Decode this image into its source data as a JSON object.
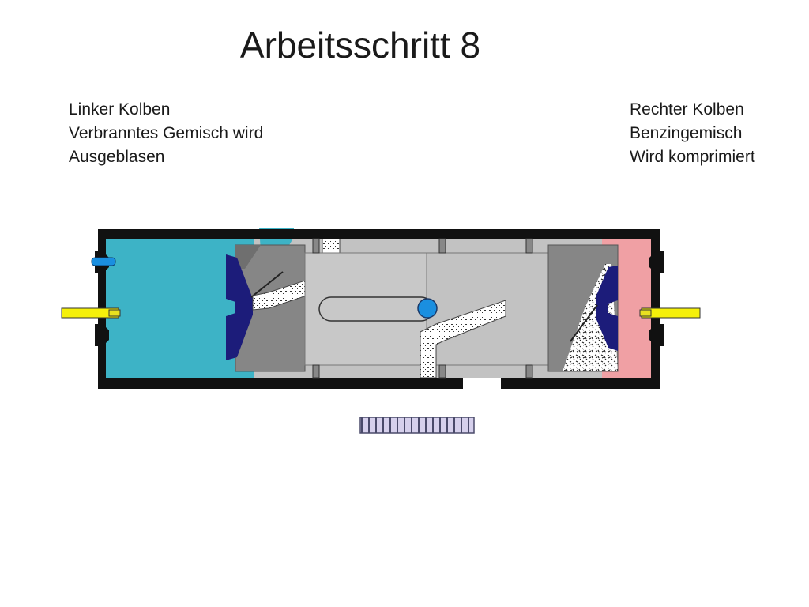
{
  "slide": {
    "title": "Arbeitsschritt 8"
  },
  "left_piston": {
    "lines": [
      "Linker Kolben",
      "Verbranntes Gemisch wird",
      "Ausgeblasen"
    ]
  },
  "right_piston": {
    "lines": [
      "Rechter Kolben",
      "Benzingemisch",
      "Wird komprimiert"
    ]
  },
  "colors": {
    "exhaust_chamber": "#3db3c6",
    "fuel_mixture_chamber": "#f0a0a4",
    "piston_body": "#868686",
    "housing_interior": "#c2c2c2",
    "piston_head": "#1c1c7a",
    "pin": "#1a8fe0",
    "spark_plug": "#f5f00a",
    "wall": "#111111",
    "scale": "#d6d0ec"
  },
  "icons": {
    "left_spark_plug": "spark-plug-icon",
    "right_spark_plug": "spark-plug-icon",
    "center_pin": "piston-pin-icon"
  }
}
